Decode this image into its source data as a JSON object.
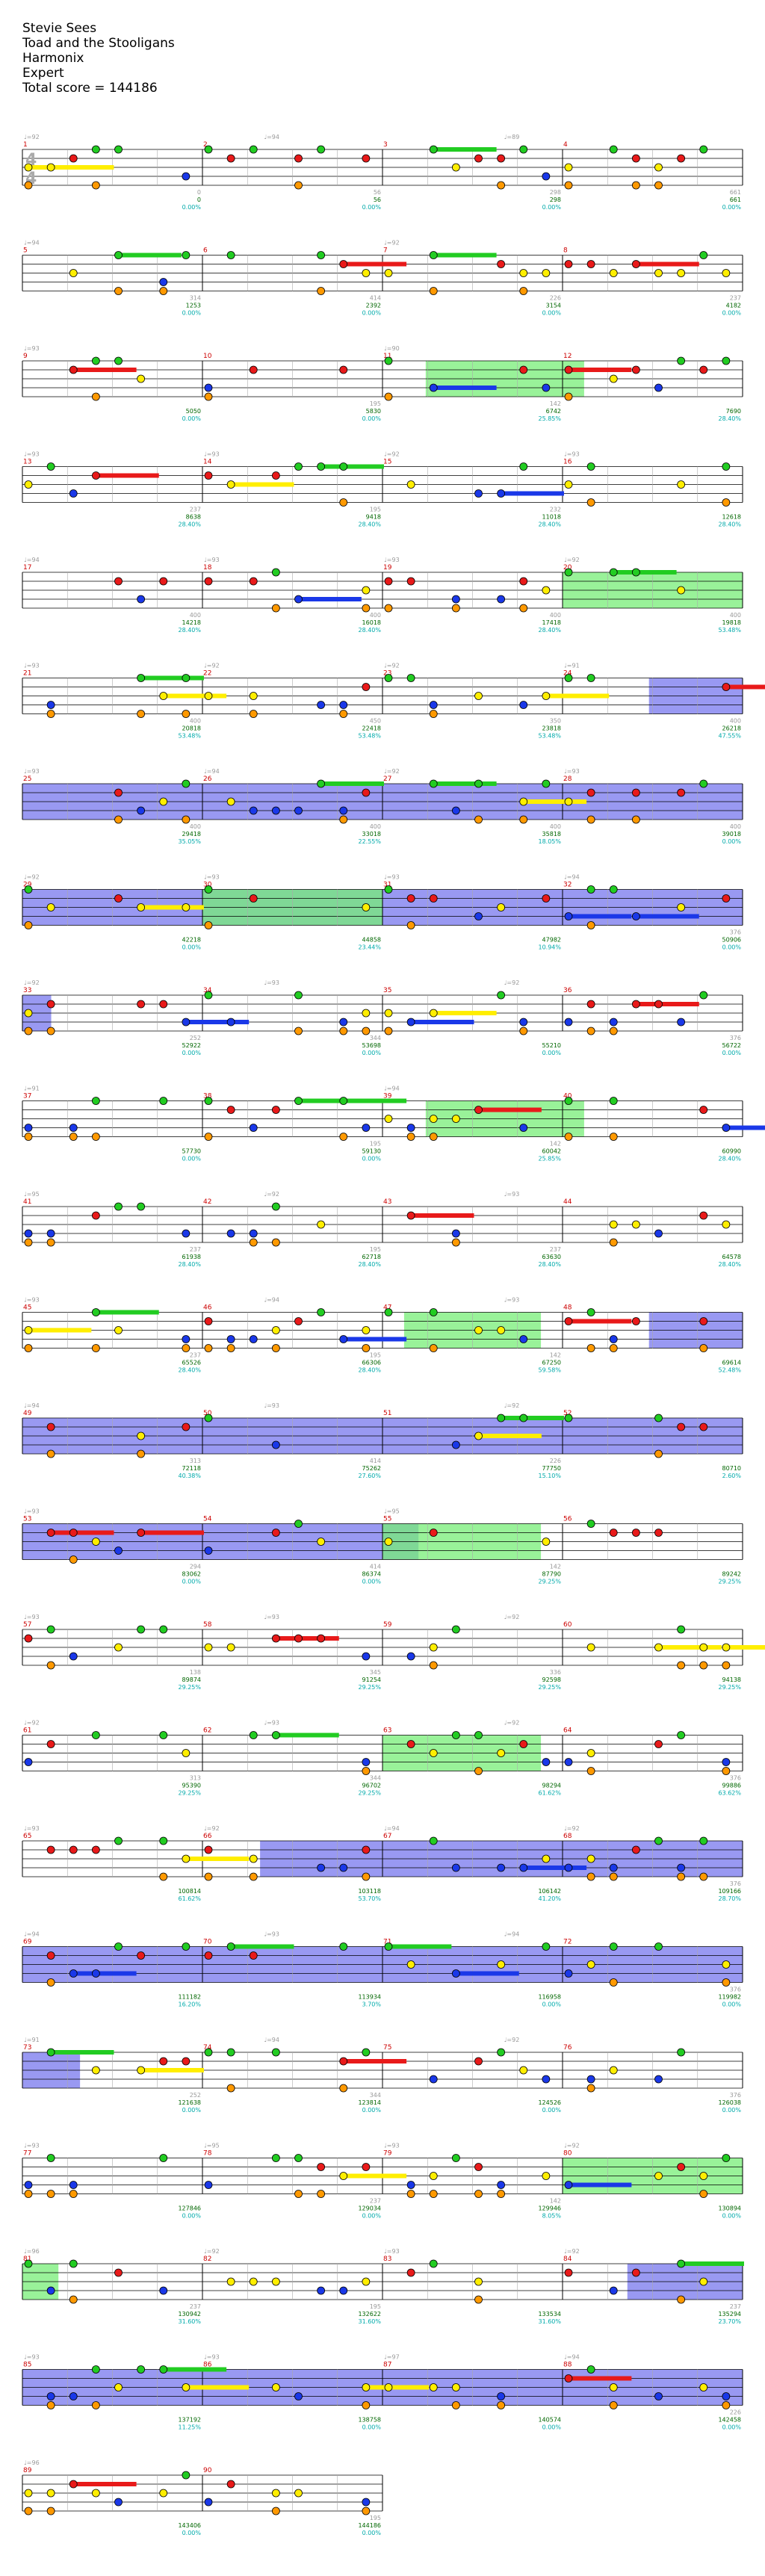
{
  "song": {
    "title": "Stevie Sees",
    "artist": "Toad and the Stooligans",
    "game": "Harmonix",
    "difficulty": "Expert",
    "total_score_label": "Total score = 144186"
  },
  "time_signature": [
    "4",
    "4"
  ],
  "colors": {
    "green": "#22cc22",
    "red": "#e81a1a",
    "yellow": "#ffee00",
    "blue": "#1a38e8",
    "orange": "#ff9900",
    "sp_overdrive": "#7777ee",
    "sp_phrase": "#77ee77",
    "measure_number": "#cc0000",
    "tempo": "#999999",
    "score_text": "#006600",
    "percent_text": "#00aaaa"
  },
  "chart_data": {
    "type": "table",
    "rows": [
      {
        "measures": [
          1,
          2,
          3,
          4
        ],
        "tempos": [
          "♩=92",
          "♩=94",
          "♩=89"
        ],
        "beat_labels": [
          "0",
          "56",
          "298",
          "661"
        ],
        "scores": [
          "0",
          "56",
          "298",
          "661"
        ],
        "percents": [
          "0.00%",
          "0.00%",
          "0.00%",
          "0.00%"
        ]
      },
      {
        "measures": [
          5,
          6,
          7,
          8
        ],
        "tempos": [
          "♩=94",
          "♩=92"
        ],
        "beat_labels": [
          "314",
          "414",
          "226",
          "237"
        ],
        "scores": [
          "1253",
          "2392",
          "3154",
          "4182"
        ],
        "percents": [
          "0.00%",
          "0.00%",
          "0.00%",
          "0.00%"
        ]
      },
      {
        "measures": [
          9,
          10,
          11,
          12
        ],
        "tempos": [
          "♩=93",
          "♩=90"
        ],
        "beat_labels": [
          "",
          "195",
          "142",
          ""
        ],
        "scores": [
          "5050",
          "5830",
          "6742",
          "7690"
        ],
        "percents": [
          "0.00%",
          "0.00%",
          "25.85%",
          "28.40%"
        ]
      },
      {
        "measures": [
          13,
          14,
          15,
          16
        ],
        "tempos": [
          "♩=93",
          "♩=93",
          "♩=92",
          "♩=93"
        ],
        "beat_labels": [
          "237",
          "195",
          "232",
          ""
        ],
        "scores": [
          "8638",
          "9418",
          "11018",
          "12618"
        ],
        "percents": [
          "28.40%",
          "28.40%",
          "28.40%",
          "28.40%"
        ]
      },
      {
        "measures": [
          17,
          18,
          19,
          20
        ],
        "tempos": [
          "♩=94",
          "♩=93",
          "♩=93",
          "♩=92"
        ],
        "beat_labels": [
          "400",
          "400",
          "400",
          "400"
        ],
        "scores": [
          "14218",
          "16018",
          "17418",
          "19818"
        ],
        "percents": [
          "28.40%",
          "28.40%",
          "28.40%",
          "53.48%"
        ]
      },
      {
        "measures": [
          21,
          22,
          23,
          24
        ],
        "tempos": [
          "♩=93",
          "♩=92",
          "♩=92",
          "♩=91"
        ],
        "beat_labels": [
          "400",
          "450",
          "350",
          "400"
        ],
        "scores": [
          "20818",
          "22418",
          "23818",
          "26218"
        ],
        "percents": [
          "53.48%",
          "53.48%",
          "53.48%",
          "47.55%"
        ]
      },
      {
        "measures": [
          25,
          26,
          27,
          28
        ],
        "tempos": [
          "♩=93",
          "♩=94",
          "♩=92",
          "♩=93"
        ],
        "beat_labels": [
          "400",
          "400",
          "400",
          "400"
        ],
        "scores": [
          "29418",
          "33018",
          "35818",
          "39018"
        ],
        "percents": [
          "35.05%",
          "22.55%",
          "18.05%",
          "0.00%"
        ]
      },
      {
        "measures": [
          29,
          30,
          31,
          32
        ],
        "tempos": [
          "♩=92",
          "♩=93",
          "♩=93",
          "♩=94"
        ],
        "beat_labels": [
          "",
          "",
          "",
          "376"
        ],
        "scores": [
          "42218",
          "44858",
          "47982",
          "50906"
        ],
        "percents": [
          "0.00%",
          "23.44%",
          "10.94%",
          "0.00%"
        ]
      },
      {
        "measures": [
          33,
          34,
          35,
          36
        ],
        "tempos": [
          "♩=92",
          "♩=93",
          "♩=92"
        ],
        "beat_labels": [
          "252",
          "344",
          "",
          "376"
        ],
        "scores": [
          "52922",
          "53698",
          "55210",
          "56722"
        ],
        "percents": [
          "0.00%",
          "0.00%",
          "0.00%",
          "0.00%"
        ]
      },
      {
        "measures": [
          37,
          38,
          39,
          40
        ],
        "tempos": [
          "♩=91",
          "♩=94"
        ],
        "beat_labels": [
          "",
          "195",
          "142",
          ""
        ],
        "scores": [
          "57730",
          "59130",
          "60042",
          "60990"
        ],
        "percents": [
          "0.00%",
          "0.00%",
          "25.85%",
          "28.40%"
        ]
      },
      {
        "measures": [
          41,
          42,
          43,
          44
        ],
        "tempos": [
          "♩=95",
          "♩=92",
          "♩=93"
        ],
        "beat_labels": [
          "237",
          "195",
          "237",
          ""
        ],
        "scores": [
          "61938",
          "62718",
          "63630",
          "64578"
        ],
        "percents": [
          "28.40%",
          "28.40%",
          "28.40%",
          "28.40%"
        ]
      },
      {
        "measures": [
          45,
          46,
          47,
          48
        ],
        "tempos": [
          "♩=93",
          "♩=94",
          "♩=93"
        ],
        "beat_labels": [
          "237",
          "195",
          "142",
          ""
        ],
        "scores": [
          "65526",
          "66306",
          "67250",
          "69614"
        ],
        "percents": [
          "28.40%",
          "28.40%",
          "59.58%",
          "52.48%"
        ]
      },
      {
        "measures": [
          49,
          50,
          51,
          52
        ],
        "tempos": [
          "♩=94",
          "♩=93",
          "♩=92"
        ],
        "beat_labels": [
          "313",
          "414",
          "226",
          ""
        ],
        "scores": [
          "72118",
          "75262",
          "77750",
          "80710"
        ],
        "percents": [
          "40.38%",
          "27.60%",
          "15.10%",
          "2.60%"
        ]
      },
      {
        "measures": [
          53,
          54,
          55,
          56
        ],
        "tempos": [
          "♩=93",
          "♩=95"
        ],
        "beat_labels": [
          "294",
          "414",
          "142",
          ""
        ],
        "scores": [
          "83062",
          "86374",
          "87790",
          "89242"
        ],
        "percents": [
          "0.00%",
          "0.00%",
          "29.25%",
          "29.25%"
        ]
      },
      {
        "measures": [
          57,
          58,
          59,
          60
        ],
        "tempos": [
          "♩=93",
          "♩=93",
          "♩=92"
        ],
        "beat_labels": [
          "138",
          "345",
          "336",
          ""
        ],
        "scores": [
          "89874",
          "91254",
          "92598",
          "94138"
        ],
        "percents": [
          "29.25%",
          "29.25%",
          "29.25%",
          "29.25%"
        ]
      },
      {
        "measures": [
          61,
          62,
          63,
          64
        ],
        "tempos": [
          "♩=92",
          "♩=93",
          "♩=92"
        ],
        "beat_labels": [
          "313",
          "344",
          "",
          "376"
        ],
        "scores": [
          "95390",
          "96702",
          "98294",
          "99886"
        ],
        "percents": [
          "29.25%",
          "29.25%",
          "61.62%",
          "63.62%"
        ]
      },
      {
        "measures": [
          65,
          66,
          67,
          68
        ],
        "tempos": [
          "♩=93",
          "♩=92",
          "♩=94",
          "♩=92"
        ],
        "beat_labels": [
          "",
          "",
          "",
          "376"
        ],
        "scores": [
          "100814",
          "103118",
          "106142",
          "109166"
        ],
        "percents": [
          "61.62%",
          "53.70%",
          "41.20%",
          "28.70%"
        ]
      },
      {
        "measures": [
          69,
          70,
          71,
          72
        ],
        "tempos": [
          "♩=94",
          "♩=93",
          "♩=94"
        ],
        "beat_labels": [
          "",
          "",
          "",
          "376"
        ],
        "scores": [
          "111182",
          "113934",
          "116958",
          "119982"
        ],
        "percents": [
          "16.20%",
          "3.70%",
          "0.00%",
          "0.00%"
        ]
      },
      {
        "measures": [
          73,
          74,
          75,
          76
        ],
        "tempos": [
          "♩=91",
          "♩=94",
          "♩=92"
        ],
        "beat_labels": [
          "252",
          "344",
          "",
          "376"
        ],
        "scores": [
          "121638",
          "123814",
          "124526",
          "126038"
        ],
        "percents": [
          "0.00%",
          "0.00%",
          "0.00%",
          "0.00%"
        ]
      },
      {
        "measures": [
          77,
          78,
          79,
          80
        ],
        "tempos": [
          "♩=93",
          "♩=95",
          "♩=93",
          "♩=92"
        ],
        "beat_labels": [
          "",
          "237",
          "142",
          ""
        ],
        "scores": [
          "127846",
          "129034",
          "129946",
          "130894"
        ],
        "percents": [
          "0.00%",
          "0.00%",
          "8.05%",
          "0.00%"
        ]
      },
      {
        "measures": [
          81,
          82,
          83,
          84
        ],
        "tempos": [
          "♩=96",
          "♩=92",
          "♩=93",
          "♩=92"
        ],
        "beat_labels": [
          "237",
          "195",
          "",
          "237"
        ],
        "scores": [
          "130942",
          "132622",
          "133534",
          "135294"
        ],
        "percents": [
          "31.60%",
          "31.60%",
          "31.60%",
          "23.70%"
        ]
      },
      {
        "measures": [
          85,
          86,
          87,
          88
        ],
        "tempos": [
          "♩=93",
          "♩=93",
          "♩=97",
          "♩=94"
        ],
        "beat_labels": [
          "",
          "",
          "",
          "226"
        ],
        "scores": [
          "137192",
          "138758",
          "140574",
          "142458"
        ],
        "percents": [
          "11.25%",
          "0.00%",
          "0.00%",
          "0.00%"
        ]
      },
      {
        "measures": [
          89,
          90
        ],
        "tempos": [
          "♩=96"
        ],
        "beat_labels": [
          "",
          "195"
        ],
        "scores": [
          "143406",
          "144186"
        ],
        "percents": [
          "0.00%",
          "0.00%"
        ]
      }
    ]
  }
}
